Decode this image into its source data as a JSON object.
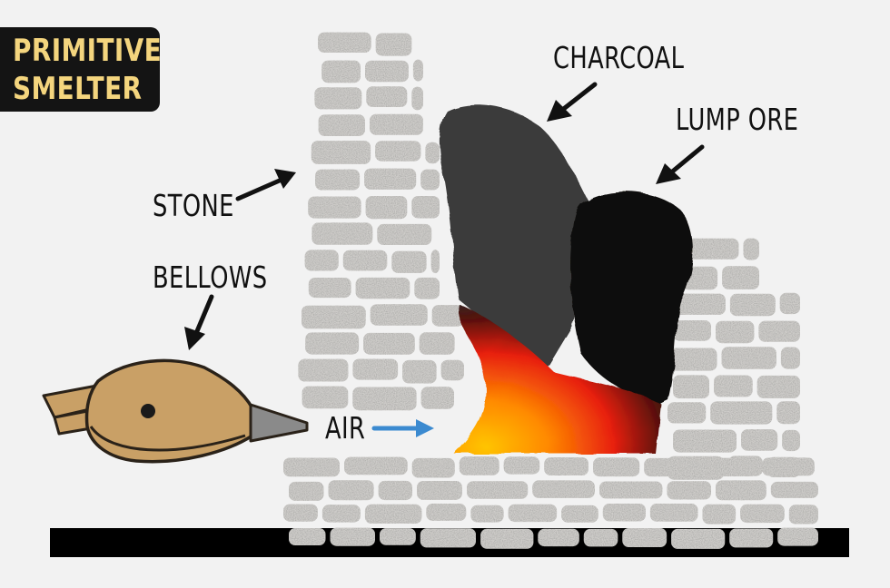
{
  "title": {
    "line1": "PRIMITIVE",
    "line2": "SMELTER"
  },
  "labels": {
    "charcoal": "CHARCOAL",
    "lump_ore": "LUMP ORE",
    "stone": "STONE",
    "bellows": "BELLOWS",
    "air": "AIR"
  },
  "colors": {
    "background": "#f2f2f2",
    "title_bg": "#141414",
    "title_text": "#f4d57e",
    "stone": "#cfcdca",
    "charcoal": "#3a3a3a",
    "lump_ore": "#0e0a08",
    "fire_hot": "#e01e10",
    "fire_warm": "#ffb000",
    "bellows": "#c9a066",
    "nozzle": "#8a8a8a",
    "air_arrow": "#3b8ad0",
    "ground": "#000000"
  },
  "icons": [
    "bellows-icon",
    "arrow-icon",
    "air-arrow-icon"
  ]
}
